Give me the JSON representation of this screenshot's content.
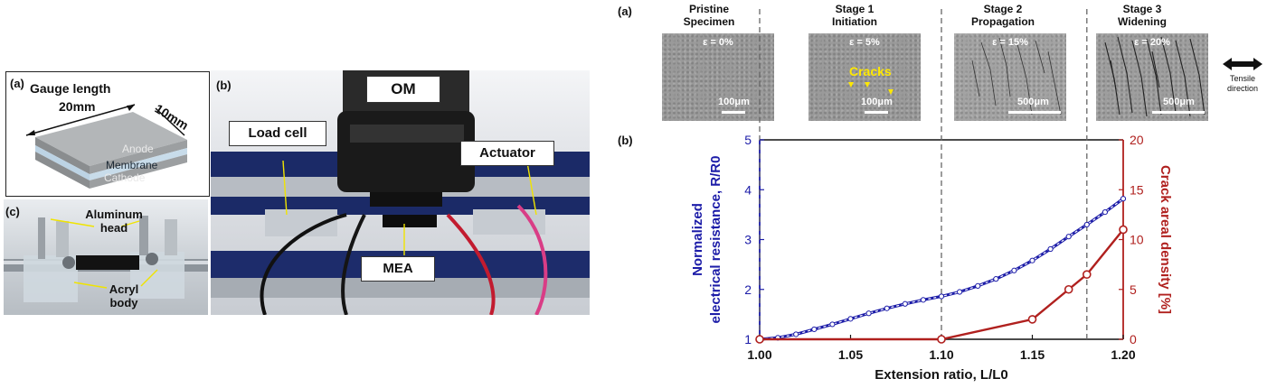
{
  "schematic": {
    "panel": "(a)",
    "gauge_label": "Gauge length",
    "gauge_value": "20mm",
    "width_value": "10mm",
    "layers": [
      "Anode",
      "Membrane",
      "Cathode"
    ]
  },
  "holder_photo": {
    "panel": "(c)",
    "labels": [
      "Aluminum head",
      "Acryl body"
    ]
  },
  "setup_photo": {
    "panel": "(b)",
    "labels": [
      "OM",
      "Load cell",
      "Actuator",
      "MEA"
    ]
  },
  "micrographs": {
    "panel": "(a)",
    "stages": [
      {
        "title_line1": "Pristine",
        "title_line2": "Specimen",
        "strain": "ε = 0%",
        "scale": "100μm"
      },
      {
        "title_line1": "Stage 1",
        "title_line2": "Initiation",
        "strain": "ε = 5%",
        "scale": "100μm"
      },
      {
        "title_line1": "Stage 2",
        "title_line2": "Propagation",
        "strain": "ε = 15%",
        "scale": "500μm"
      },
      {
        "title_line1": "Stage 3",
        "title_line2": "Widening",
        "strain": "ε = 20%",
        "scale": "500μm"
      }
    ],
    "cracks_label": "Cracks",
    "tensile_label_line1": "Tensile",
    "tensile_label_line2": "direction"
  },
  "plot": {
    "panel": "(b)"
  },
  "chart_data": {
    "type": "line",
    "xlabel": "Extension ratio, L/L0",
    "ylabel_left_line1": "Normalized",
    "ylabel_left_line2": "electrical resistance, R/R0",
    "ylabel_right": "Crack areal density [%]",
    "xlim": [
      1.0,
      1.2
    ],
    "ylim_left": [
      1,
      5
    ],
    "ylim_right": [
      0,
      20
    ],
    "x_ticks": [
      "1.00",
      "1.05",
      "1.10",
      "1.15",
      "1.20"
    ],
    "y_left_ticks": [
      "1",
      "2",
      "3",
      "4",
      "5"
    ],
    "y_right_ticks": [
      "0",
      "5",
      "10",
      "15",
      "20"
    ],
    "vertical_dashed_lines_x": [
      1.0,
      1.1,
      1.18
    ],
    "colors": {
      "left_axis": "#1c1ca8",
      "right_axis": "#b0201e"
    },
    "series": [
      {
        "axis": "left",
        "x": [
          1.0,
          1.01,
          1.02,
          1.03,
          1.04,
          1.05,
          1.06,
          1.07,
          1.08,
          1.09,
          1.1,
          1.11,
          1.12,
          1.13,
          1.14,
          1.15,
          1.16,
          1.17,
          1.18,
          1.19,
          1.2
        ],
        "values": [
          1.0,
          1.03,
          1.1,
          1.2,
          1.3,
          1.41,
          1.52,
          1.62,
          1.71,
          1.79,
          1.86,
          1.95,
          2.07,
          2.21,
          2.38,
          2.58,
          2.81,
          3.06,
          3.3,
          3.55,
          3.82
        ]
      },
      {
        "axis": "right",
        "x": [
          1.0,
          1.1,
          1.15,
          1.17,
          1.18,
          1.2
        ],
        "values": [
          0,
          0,
          2.0,
          5.0,
          6.5,
          11.0
        ]
      }
    ]
  }
}
